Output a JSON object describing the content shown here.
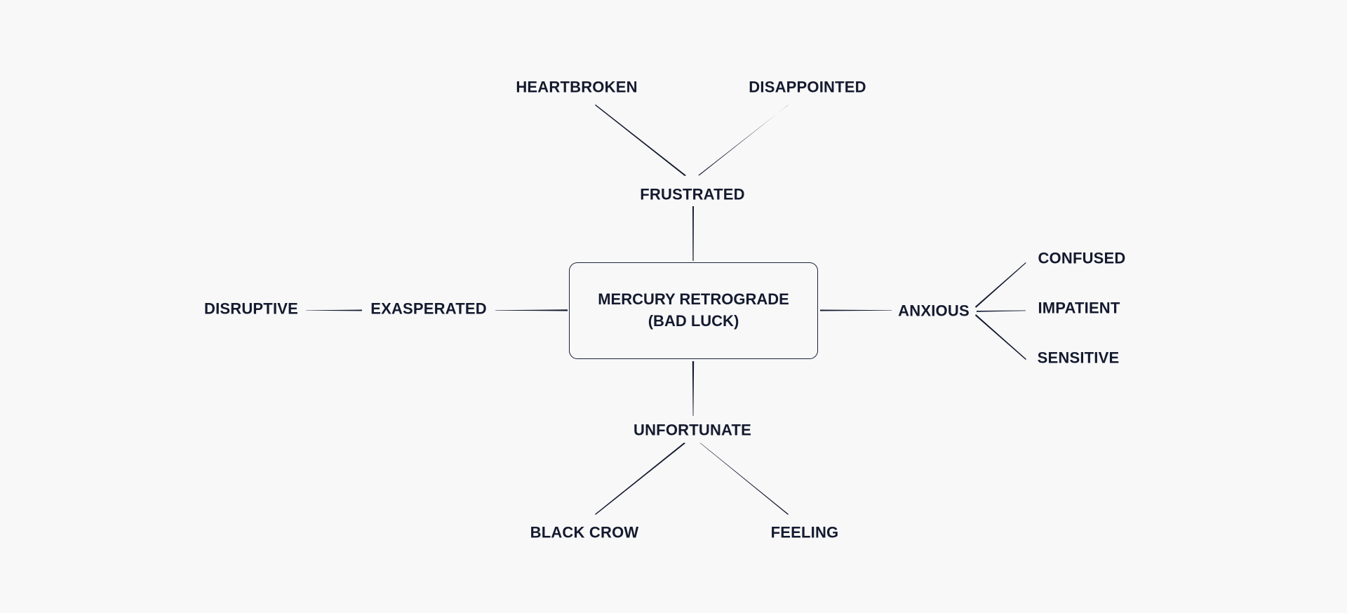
{
  "diagram": {
    "central": {
      "line1": "MERCURY RETROGRADE",
      "line2": "(BAD LUCK)"
    },
    "branches": {
      "frustrated": "FRUSTRATED",
      "heartbroken": "HEARTBROKEN",
      "disappointed": "DISAPPOINTED",
      "exasperated": "EXASPERATED",
      "disruptive": "DISRUPTIVE",
      "anxious": "ANXIOUS",
      "confused": "CONFUSED",
      "impatient": "IMPATIENT",
      "sensitive": "SENSITIVE",
      "unfortunate": "UNFORTUNATE",
      "black_crow": "BLACK CROW",
      "feeling": "FEELING"
    },
    "colors": {
      "ink": "#141a2e",
      "background": "#f8f8f9"
    }
  }
}
